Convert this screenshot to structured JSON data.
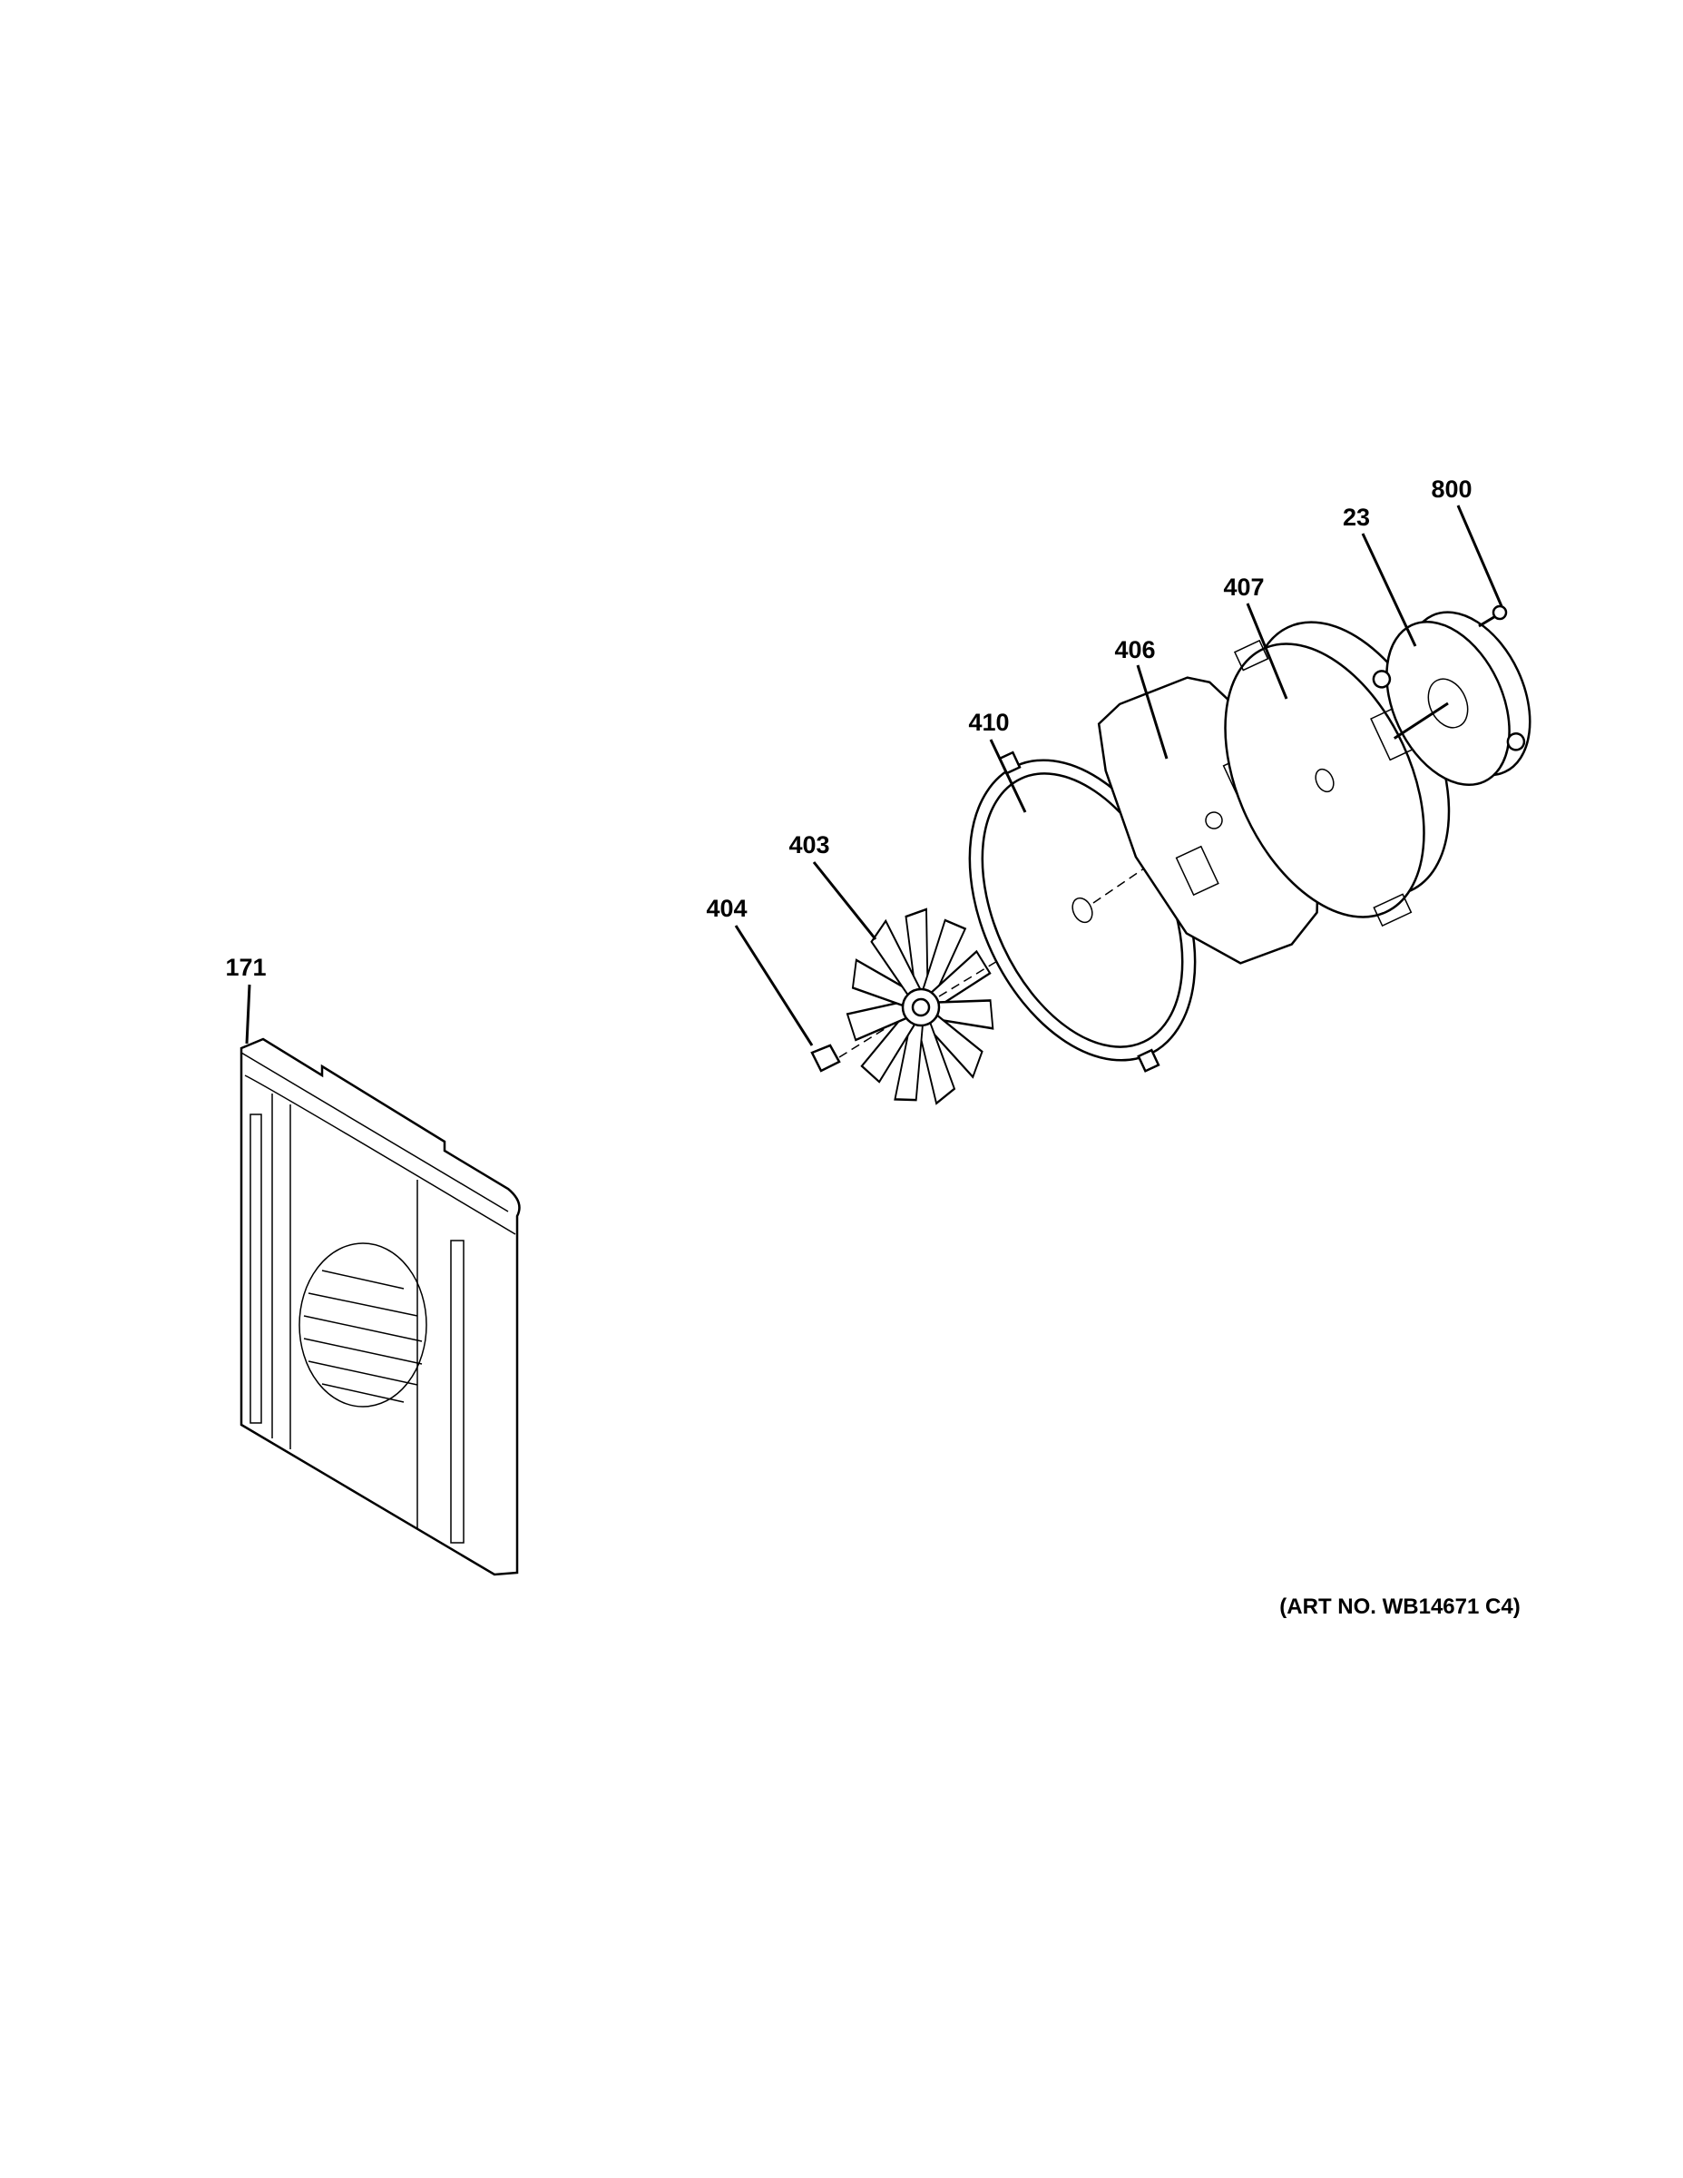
{
  "diagram": {
    "callouts": [
      {
        "id": "171",
        "part": "panel"
      },
      {
        "id": "404",
        "part": "nut"
      },
      {
        "id": "403",
        "part": "fan-blade"
      },
      {
        "id": "410",
        "part": "ring"
      },
      {
        "id": "406",
        "part": "plate"
      },
      {
        "id": "407",
        "part": "insulation"
      },
      {
        "id": "23",
        "part": "motor"
      },
      {
        "id": "800",
        "part": "screw"
      }
    ],
    "art_number": "(ART NO. WB14671 C4)"
  }
}
